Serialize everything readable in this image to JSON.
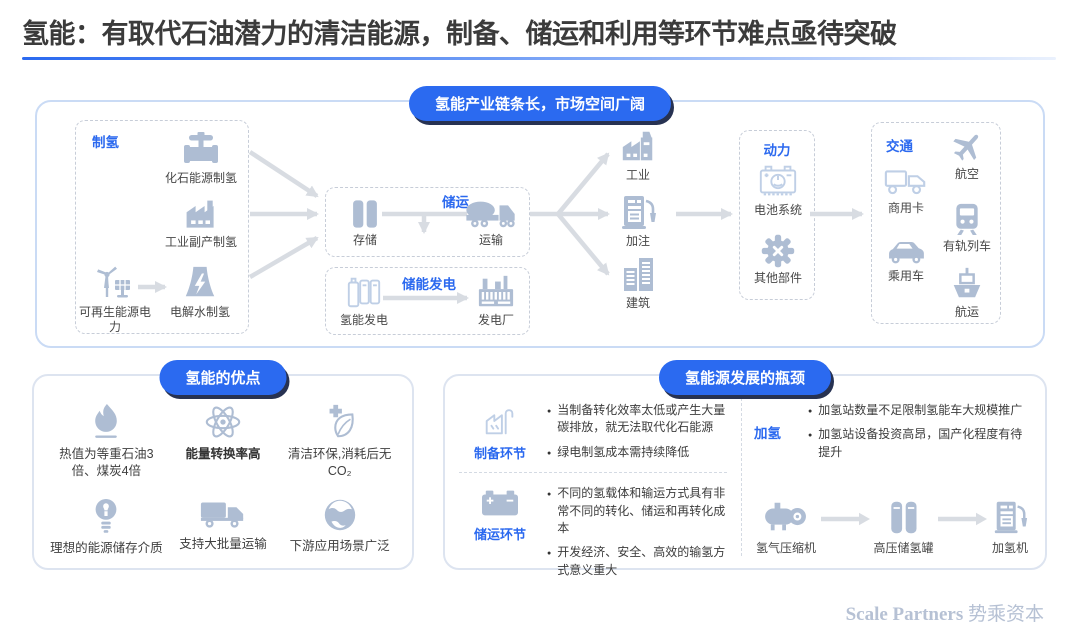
{
  "title": "氢能：有取代石油潜力的清洁能源，制备、储运和利用等环节难点亟待突破",
  "colors": {
    "accent": "#2B6AF0",
    "pill_shadow": "#273252",
    "icon_fill": "#AEBDD3",
    "icon_outline": "#BFCFE6",
    "arrow": "#D8DCE2",
    "text": "#3C3C3C"
  },
  "chain": {
    "header": "氢能产业链条长，市场空间广阔",
    "produce": {
      "label": "制氢",
      "fossil": "化石能源制氢",
      "byproduct": "工业副产制氢",
      "renewable": "可再生能源电力",
      "electrolysis": "电解水制氢"
    },
    "storage": {
      "label": "储运",
      "store": "存储",
      "transport": "运输"
    },
    "power_gen": {
      "label": "储能发电",
      "h2_power": "氢能发电",
      "plant": "发电厂"
    },
    "demand": {
      "industry": "工业",
      "refuel": "加注",
      "building": "建筑"
    },
    "drive": {
      "label": "动力",
      "battery": "电池系统",
      "parts": "其他部件"
    },
    "transport_use": {
      "label": "交通",
      "aviation": "航空",
      "commercial_truck": "商用卡",
      "rail": "有轨列车",
      "passenger_car": "乘用车",
      "shipping": "航运"
    }
  },
  "advantages": {
    "header": "氢能的优点",
    "items": [
      {
        "label": "热值为等重石油3倍、煤炭4倍"
      },
      {
        "label": "能量转换率高"
      },
      {
        "label": "清洁环保,消耗后无CO₂"
      },
      {
        "label": "理想的能源储存介质"
      },
      {
        "label": "支持大批量运输"
      },
      {
        "label": "下游应用场景广泛"
      }
    ]
  },
  "bottlenecks": {
    "header": "氢能源发展的瓶颈",
    "produce": {
      "label": "制备环节",
      "bullets": [
        "当制备转化效率太低或产生大量碳排放，就无法取代化石能源",
        "绿电制氢成本需持续降低"
      ]
    },
    "storage": {
      "label": "储运环节",
      "bullets": [
        "不同的氢载体和输运方式具有非常不同的转化、储运和再转化成本",
        "开发经济、安全、高效的输氢方式意义重大"
      ]
    },
    "refuel": {
      "label": "加氢",
      "bullets": [
        "加氢站数量不足限制氢能车大规模推广",
        "加氢站设备投资高昂，国产化程度有待提升"
      ]
    },
    "station_flow": [
      {
        "label": "氢气压缩机"
      },
      {
        "label": "高压储氢罐"
      },
      {
        "label": "加氢机"
      }
    ]
  },
  "footer": {
    "brand_en": "Scale Partners",
    "brand_cn": "势乘资本"
  }
}
